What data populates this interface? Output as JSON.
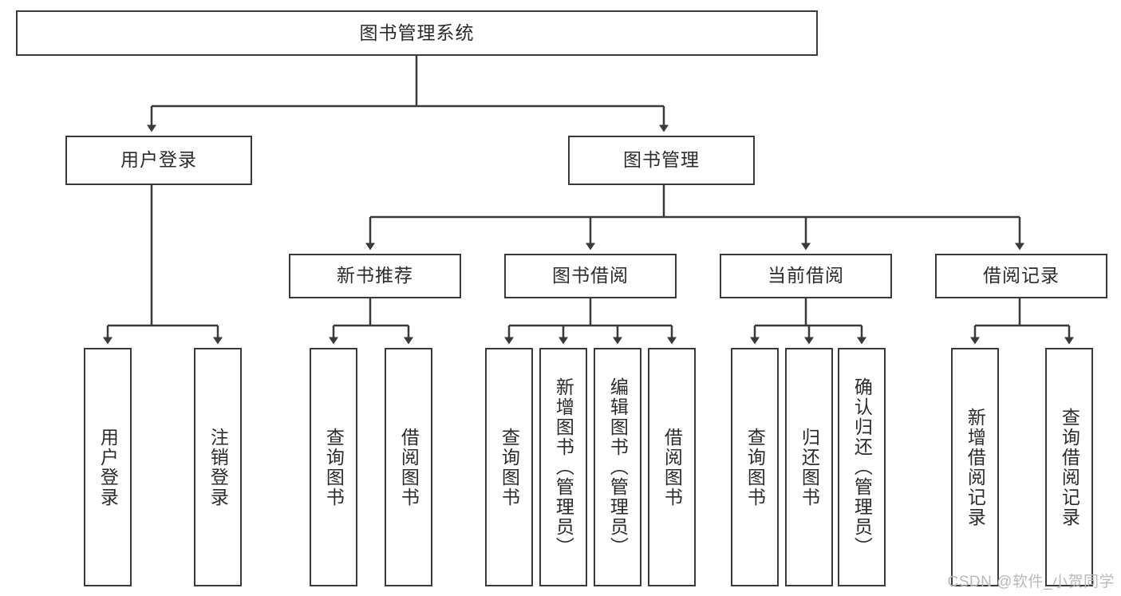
{
  "diagram": {
    "title": "图书管理系统",
    "type": "tree-hierarchy-chart",
    "orientation": "top-down",
    "colors": {
      "node_border": "#3a3a3a",
      "node_fill": "#ffffff",
      "edge": "#3a3a3a",
      "text": "#2b2b2b",
      "background": "#ffffff",
      "watermark": "#b9b9b9"
    },
    "root": {
      "label": "图书管理系统"
    },
    "level2": [
      {
        "label": "用户登录"
      },
      {
        "label": "图书管理"
      }
    ],
    "level3": [
      {
        "label": "新书推荐"
      },
      {
        "label": "图书借阅"
      },
      {
        "label": "当前借阅"
      },
      {
        "label": "借阅记录"
      }
    ],
    "leaves": {
      "user_login": [
        {
          "label": "用户登录"
        },
        {
          "label": "注销登录"
        }
      ],
      "new_book_recommend": [
        {
          "label": "查询图书"
        },
        {
          "label": "借阅图书"
        }
      ],
      "book_borrow": [
        {
          "label": "查询图书"
        },
        {
          "label": "新增图书（管理员）"
        },
        {
          "label": "编辑图书（管理员）"
        },
        {
          "label": "借阅图书"
        }
      ],
      "current_borrow": [
        {
          "label": "查询图书"
        },
        {
          "label": "归还图书"
        },
        {
          "label": "确认归还（管理员）"
        }
      ],
      "borrow_record": [
        {
          "label": "新增借阅记录"
        },
        {
          "label": "查询借阅记录"
        }
      ]
    },
    "watermark": "CSDN @软件_小贺同学"
  }
}
